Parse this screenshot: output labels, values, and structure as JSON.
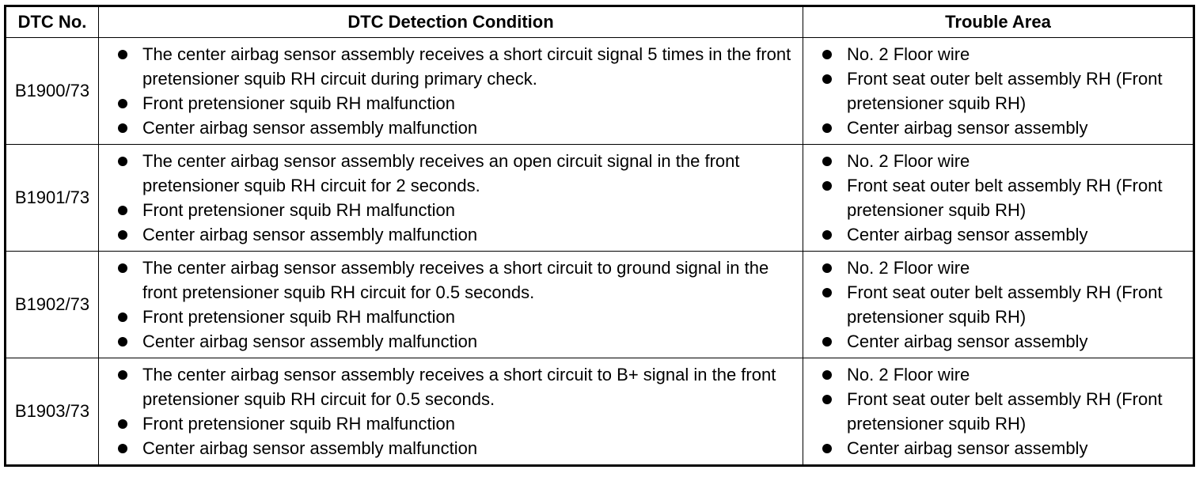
{
  "headers": {
    "dtc_no": "DTC No.",
    "condition": "DTC Detection Condition",
    "area": "Trouble Area"
  },
  "rows": [
    {
      "code": "B1900/73",
      "conditions": [
        "The center airbag sensor assembly receives a short circuit signal 5 times in the front pretensioner squib RH circuit during primary check.",
        "Front pretensioner squib RH malfunction",
        "Center airbag sensor assembly malfunction"
      ],
      "areas": [
        "No. 2 Floor wire",
        "Front seat outer belt assembly RH (Front pretensioner squib RH)",
        "Center airbag sensor assembly"
      ]
    },
    {
      "code": "B1901/73",
      "conditions": [
        "The center airbag sensor assembly receives an open circuit signal in the front pretensioner squib RH circuit for 2 seconds.",
        "Front pretensioner squib RH malfunction",
        "Center airbag sensor assembly malfunction"
      ],
      "areas": [
        "No. 2 Floor wire",
        "Front seat outer belt assembly RH (Front pretensioner squib RH)",
        "Center airbag sensor assembly"
      ]
    },
    {
      "code": "B1902/73",
      "conditions": [
        "The center airbag sensor assembly receives a short circuit to ground signal in the front pretensioner squib RH circuit for 0.5 seconds.",
        "Front pretensioner squib RH malfunction",
        "Center airbag sensor assembly malfunction"
      ],
      "areas": [
        "No. 2 Floor wire",
        "Front seat outer belt assembly RH (Front pretensioner squib RH)",
        "Center airbag sensor assembly"
      ]
    },
    {
      "code": "B1903/73",
      "conditions": [
        "The center airbag sensor assembly receives a short circuit to B+ signal in the front pretensioner squib RH circuit for 0.5 seconds.",
        "Front pretensioner squib RH malfunction",
        "Center airbag sensor assembly malfunction"
      ],
      "areas": [
        "No. 2 Floor wire",
        "Front seat outer belt assembly RH (Front pretensioner squib RH)",
        "Center airbag sensor assembly"
      ]
    }
  ]
}
